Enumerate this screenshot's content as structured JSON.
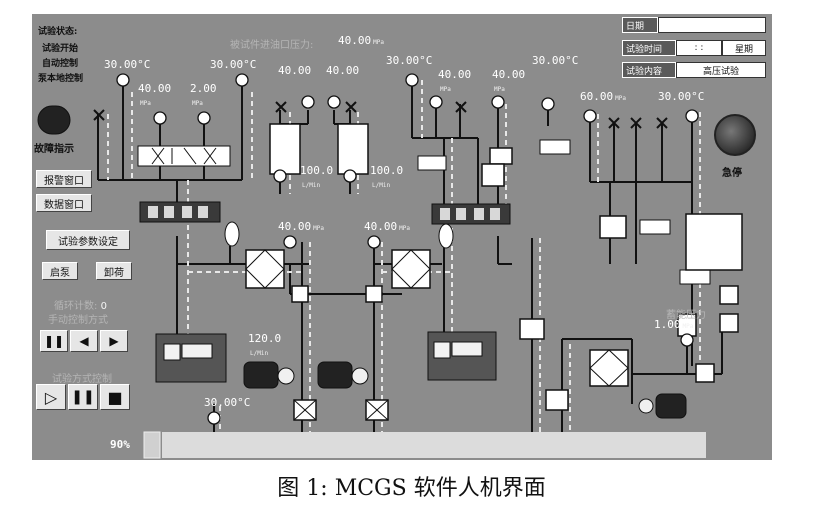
{
  "status": {
    "title": "试验状态:",
    "line1": "试验开始",
    "line2": "自动控制",
    "line3": "泵本地控制"
  },
  "fault_label": "故障指示",
  "estop_label": "急停",
  "buttons": {
    "alarm_window": "报警窗口",
    "data_window": "数据窗口",
    "test_params": "试验参数设定",
    "start_pump": "启泵",
    "stop_pump": "卸荷"
  },
  "info": {
    "date_label": "日期",
    "date_value": "",
    "time_label": "试验时间",
    "time_value": ": :",
    "week_label": "星期",
    "content_label": "试验内容",
    "content_value": "高压试验"
  },
  "faint": {
    "top_label": "被试件进油口压力:",
    "counter_label": "循环计数:",
    "counter_value": "0",
    "step_label": "手动控制方式",
    "auto_label": "试验方式控制",
    "right_label": "蓄能压力"
  },
  "controls": {
    "pause": "❚❚",
    "left": "◀",
    "right": "▶",
    "play": "▷",
    "pause2": "❚❚",
    "stop": "■"
  },
  "readings": {
    "top_pressure": "40.00",
    "temp1": "30.00°C",
    "temp2": "30.00°C",
    "temp3": "30.00°C",
    "temp4": "30.00°C",
    "temp5": "30.00°C",
    "temp6": "30.00°C",
    "p1": "40.00",
    "p2": "2.00",
    "p3": "40.00",
    "p4": "40.00",
    "p5": "40.00",
    "p6": "40.00",
    "p7": "60.00",
    "p8": "40.00",
    "p9": "40.00",
    "p10": "1.00",
    "flow1": "100.0",
    "flow2": "100.0",
    "flow3": "120.0",
    "unit_mpa": "MPa",
    "unit_flow": "L/Min"
  },
  "progress": {
    "label": "90%",
    "value": 0.9
  },
  "caption": "图 1: MCGS 软件人机界面"
}
